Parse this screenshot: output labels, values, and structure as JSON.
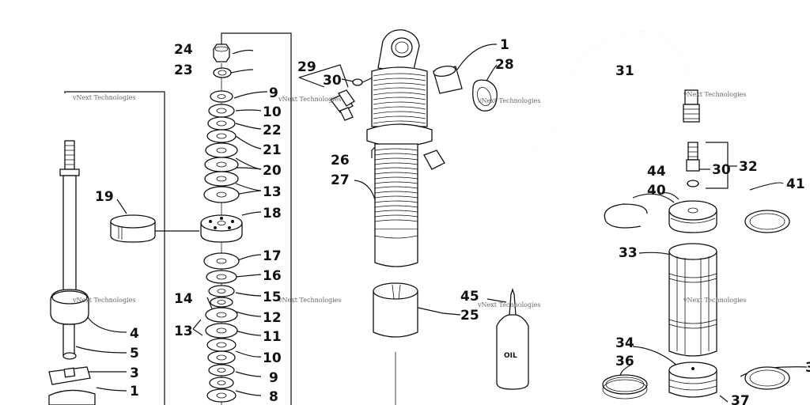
{
  "diagram": {
    "watermark": "vNext Technologies",
    "bottle_label": "OIL",
    "callouts": [
      {
        "id": "c24",
        "text": "24"
      },
      {
        "id": "c23",
        "text": "23"
      },
      {
        "id": "c9a",
        "text": "9"
      },
      {
        "id": "c10a",
        "text": "10"
      },
      {
        "id": "c22",
        "text": "22"
      },
      {
        "id": "c21",
        "text": "21"
      },
      {
        "id": "c20",
        "text": "20"
      },
      {
        "id": "c13a",
        "text": "13"
      },
      {
        "id": "c18",
        "text": "18"
      },
      {
        "id": "c17",
        "text": "17"
      },
      {
        "id": "c16",
        "text": "16"
      },
      {
        "id": "c15",
        "text": "15"
      },
      {
        "id": "c14",
        "text": "14"
      },
      {
        "id": "c12",
        "text": "12"
      },
      {
        "id": "c13b",
        "text": "13"
      },
      {
        "id": "c11",
        "text": "11"
      },
      {
        "id": "c10b",
        "text": "10"
      },
      {
        "id": "c9b",
        "text": "9"
      },
      {
        "id": "c8",
        "text": "8"
      },
      {
        "id": "c19",
        "text": "19"
      },
      {
        "id": "c4",
        "text": "4"
      },
      {
        "id": "c5",
        "text": "5"
      },
      {
        "id": "c3",
        "text": "3"
      },
      {
        "id": "c1b",
        "text": "1"
      },
      {
        "id": "c29",
        "text": "29"
      },
      {
        "id": "c30a",
        "text": "30"
      },
      {
        "id": "c26",
        "text": "26"
      },
      {
        "id": "c27",
        "text": "27"
      },
      {
        "id": "c1a",
        "text": "1"
      },
      {
        "id": "c28",
        "text": "28"
      },
      {
        "id": "c45",
        "text": "45"
      },
      {
        "id": "c25",
        "text": "25"
      },
      {
        "id": "c31",
        "text": "31"
      },
      {
        "id": "c30b",
        "text": "30"
      },
      {
        "id": "c32",
        "text": "32"
      },
      {
        "id": "c44",
        "text": "44"
      },
      {
        "id": "c40",
        "text": "40"
      },
      {
        "id": "c41",
        "text": "41"
      },
      {
        "id": "c33",
        "text": "33"
      },
      {
        "id": "c34",
        "text": "34"
      },
      {
        "id": "c36",
        "text": "36"
      },
      {
        "id": "c37",
        "text": "37"
      }
    ]
  }
}
